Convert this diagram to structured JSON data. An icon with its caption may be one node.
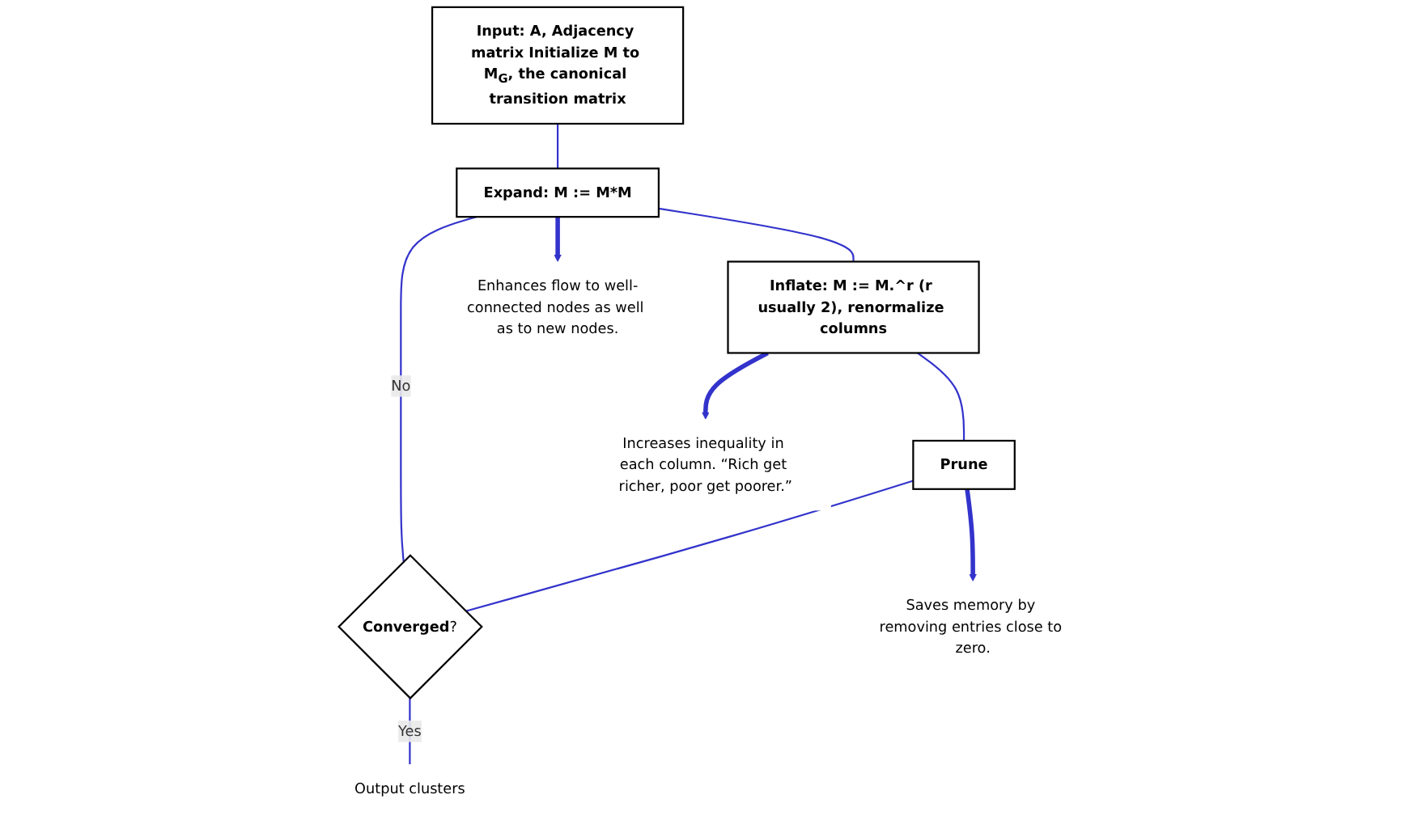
{
  "diagram": {
    "nodes": [
      {
        "text": [
          "Input: A, Adjacency matrix Initialize M to M$_{G}$, the canonical transition matrix"
        ]
      },
      {
        "text": [
          "Expand: M := M*M"
        ]
      },
      {
        "text": [
          "Inflate: M := M.^r (r usually 2), renormalize columns"
        ]
      },
      {
        "text": [
          "Prune"
        ]
      },
      {
        "text": [
          "**Converged**?"
        ]
      },
      {
        "text": [
          "Output clusters"
        ]
      },
      {
        "text": [
          "Enhances flow to well-connected nodes as well as to new nodes."
        ]
      },
      {
        "text": [
          "Increases inequality in each column. “Rich get richer, poor get poorer.”"
        ]
      },
      {
        "text": [
          "Saves memory by removing entries close to zero."
        ]
      }
    ],
    "edges": [
      {
        "from": 0,
        "to": 1,
        "arrow": "none"
      },
      {
        "from": 1,
        "to": 2,
        "arrow": "none"
      },
      {
        "from": 2,
        "to": 3,
        "arrow": "none"
      },
      {
        "from": 3,
        "to": 4,
        "arrow": "none"
      },
      {
        "from": 4,
        "to": 5,
        "arrow": "none",
        "label": "Yes"
      },
      {
        "from": 4,
        "to": 1,
        "arrow": "none",
        "label": "No"
      },
      {
        "from": 1,
        "to": 6,
        "arrow": "to",
        "style": "thick"
      },
      {
        "from": 2,
        "to": 7,
        "arrow": "to",
        "style": "thick"
      },
      {
        "from": 3,
        "to": 8,
        "arrow": "to",
        "style": "thick"
      }
    ]
  }
}
